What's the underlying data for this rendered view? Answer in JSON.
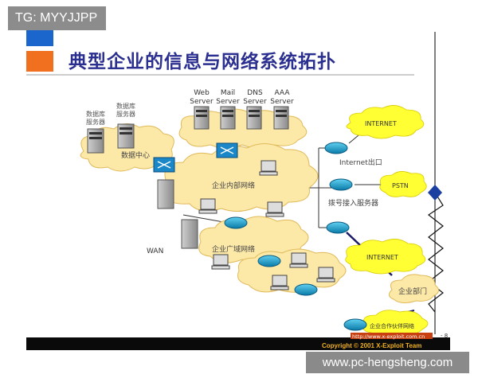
{
  "badge": {
    "text": "TG: MYYJJPP"
  },
  "title": "典型企业的信息与网络系统拓扑",
  "servers": [
    {
      "line1": "Web",
      "line2": "Server"
    },
    {
      "line1": "Mail",
      "line2": "Server"
    },
    {
      "line1": "DNS",
      "line2": "Server"
    },
    {
      "line1": "AAA",
      "line2": "Server"
    }
  ],
  "db_labels": {
    "db1": "数据库服务器",
    "db1_line1": "数据库",
    "db1_line2": "服务器",
    "db2_line1": "数据库",
    "db2_line2": "服务器"
  },
  "clouds": {
    "data_center": "数据中心",
    "intranet": "企业内部网络",
    "wan_net": "企业广域网络",
    "internet1": "INTERNET",
    "pstn": "PSTN",
    "internet2": "INTERNET",
    "branch": "企业部门",
    "partner": "企业合作伙伴网络"
  },
  "labels": {
    "internet_exit": "Internet出口",
    "dialup": "拨号接入服务器",
    "wan": "WAN"
  },
  "footer": {
    "url": "http://www.x-exploit.com.cn",
    "page": "- 8",
    "copyright": "Copyright © 2001 X-Exploit Team"
  },
  "watermark": "www.pc-hengsheng.com",
  "colors": {
    "title": "#2b2f8f",
    "cloud": "#fce9a8",
    "cloud_stroke": "#e0b95a",
    "yellow_cloud": "#ffff33",
    "router": "#1aa0c8",
    "accent_orange": "#f07020",
    "accent_blue": "#1a66cc",
    "link_dark": "#1a1a66"
  }
}
